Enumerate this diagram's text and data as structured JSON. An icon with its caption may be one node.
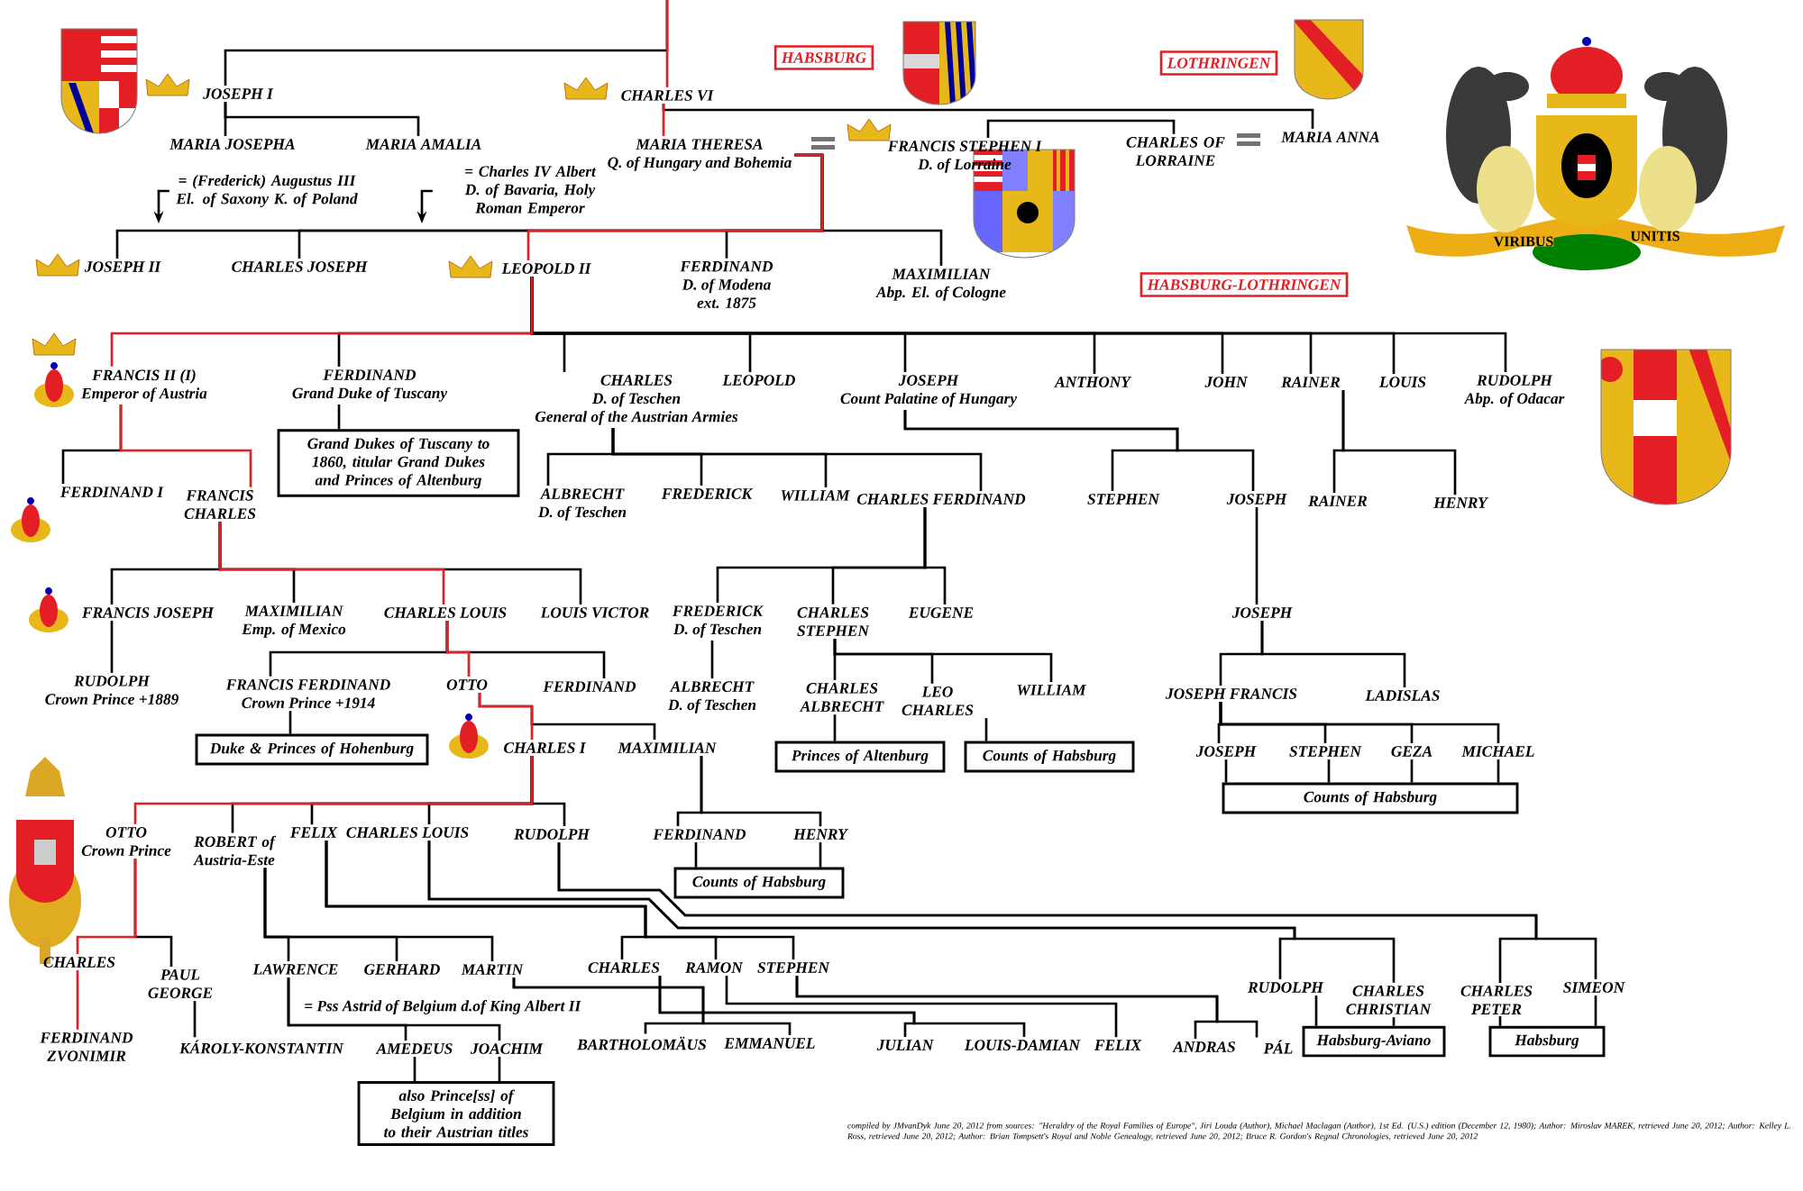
{
  "diagram": {
    "nodes": [
      {
        "text": [
          "HABSBURG"
        ]
      },
      {
        "text": [
          "LOTHRINGEN"
        ]
      },
      {
        "text": [
          "HABSBURG-LOTHRINGEN"
        ]
      },
      {
        "text": [
          "JOSEPH I"
        ]
      },
      {
        "text": [
          "CHARLES VI"
        ]
      },
      {
        "text": [
          "MARIA JOSEPHA"
        ]
      },
      {
        "text": [
          "= (Frederick) Augustus III El. of Saxony K. of Poland"
        ]
      },
      {
        "text": [
          "MARIA AMALIA"
        ]
      },
      {
        "text": [
          "= Charles IV Albert D. of Bavaria, Holy Roman Emperor"
        ]
      },
      {
        "text": [
          "MARIA THERESA",
          "Q. of Hungary and Bohemia"
        ]
      },
      {
        "text": [
          "FRANCIS STEPHEN I",
          "D. of Lorraine"
        ]
      },
      {
        "text": [
          "CHARLES OF LORRAINE"
        ]
      },
      {
        "text": [
          "MARIA ANNA"
        ]
      },
      {
        "text": [
          "JOSEPH II"
        ]
      },
      {
        "text": [
          "CHARLES JOSEPH"
        ]
      },
      {
        "text": [
          "LEOPOLD II"
        ]
      },
      {
        "text": [
          "FERDINAND",
          "D. of Modena",
          "ext. 1875"
        ]
      },
      {
        "text": [
          "MAXIMILIAN",
          "Abp. El. of Cologne"
        ]
      },
      {
        "text": [
          "FRANCIS II (I)",
          "Emperor of Austria"
        ]
      },
      {
        "text": [
          "FERDINAND",
          "Grand Duke of Tuscany"
        ]
      },
      {
        "text": [
          "CHARLES",
          "D. of Teschen",
          "General of the Austrian Armies"
        ]
      },
      {
        "text": [
          "LEOPOLD"
        ]
      },
      {
        "text": [
          "JOSEPH",
          "Count Palatine of Hungary"
        ]
      },
      {
        "text": [
          "ANTHONY"
        ]
      },
      {
        "text": [
          "JOHN"
        ]
      },
      {
        "text": [
          "RAINER"
        ]
      },
      {
        "text": [
          "LOUIS"
        ]
      },
      {
        "text": [
          "RUDOLPH",
          "Abp. of Odacar"
        ]
      },
      {
        "text": [
          "Grand Dukes of Tuscany to 1860, titular Grand Dukes and Princes of Altenburg"
        ]
      },
      {
        "text": [
          "FERDINAND I"
        ]
      },
      {
        "text": [
          "FRANCIS CHARLES"
        ]
      },
      {
        "text": [
          "ALBRECHT",
          "D. of Teschen"
        ]
      },
      {
        "text": [
          "FREDERICK"
        ]
      },
      {
        "text": [
          "WILLIAM"
        ]
      },
      {
        "text": [
          "CHARLES FERDINAND"
        ]
      },
      {
        "text": [
          "STEPHEN"
        ]
      },
      {
        "text": [
          "JOSEPH"
        ]
      },
      {
        "text": [
          "RAINER"
        ]
      },
      {
        "text": [
          "HENRY"
        ]
      },
      {
        "text": [
          "JOSEPH"
        ]
      },
      {
        "text": [
          "JOSEPH FRANCIS"
        ]
      },
      {
        "text": [
          "LADISLAS"
        ]
      },
      {
        "text": [
          "JOSEPH"
        ]
      },
      {
        "text": [
          "STEPHEN"
        ]
      },
      {
        "text": [
          "GEZA"
        ]
      },
      {
        "text": [
          "MICHAEL"
        ]
      },
      {
        "text": [
          "Counts of Habsburg"
        ]
      },
      {
        "text": [
          "FRANCIS JOSEPH"
        ]
      },
      {
        "text": [
          "MAXIMILIAN",
          "Emp. of Mexico"
        ]
      },
      {
        "text": [
          "CHARLES LOUIS"
        ]
      },
      {
        "text": [
          "LOUIS VICTOR"
        ]
      },
      {
        "text": [
          "RUDOLPH",
          "Crown Prince +1889"
        ]
      },
      {
        "text": [
          "FRANCIS FERDINAND",
          "Crown Prince +1914"
        ]
      },
      {
        "text": [
          "OTTO"
        ]
      },
      {
        "text": [
          "FERDINAND"
        ]
      },
      {
        "text": [
          "Duke & Princes of Hohenburg"
        ]
      },
      {
        "text": [
          "CHARLES I"
        ]
      },
      {
        "text": [
          "MAXIMILIAN"
        ]
      },
      {
        "text": [
          "FERDINAND"
        ]
      },
      {
        "text": [
          "HENRY"
        ]
      },
      {
        "text": [
          "Counts of Habsburg"
        ]
      },
      {
        "text": [
          "OTTO",
          "Crown Prince"
        ]
      },
      {
        "text": [
          "ROBERT of Austria-Este"
        ]
      },
      {
        "text": [
          "FELIX"
        ]
      },
      {
        "text": [
          "CHARLES LOUIS"
        ]
      },
      {
        "text": [
          "RUDOLPH"
        ]
      },
      {
        "text": [
          "CHARLES"
        ]
      },
      {
        "text": [
          "PAUL GEORGE"
        ]
      },
      {
        "text": [
          "FERDINAND ZVONIMIR"
        ]
      },
      {
        "text": [
          "KÁROLY-KONSTANTIN"
        ]
      },
      {
        "text": [
          "LAWRENCE"
        ],
        "beside": [
          "= Pss Astrid of Belgium d.of King Albert II"
        ]
      },
      {
        "text": [
          "GERHARD"
        ]
      },
      {
        "text": [
          "MARTIN"
        ]
      },
      {
        "text": [
          "AMEDEUS"
        ]
      },
      {
        "text": [
          "JOACHIM"
        ]
      },
      {
        "text": [
          "also Prince[ss] of Belgium in addition to their Austrian titles"
        ]
      },
      {
        "text": [
          "CHARLES"
        ]
      },
      {
        "text": [
          "RAMON"
        ]
      },
      {
        "text": [
          "STEPHEN"
        ]
      },
      {
        "text": [
          "RUDOLPH"
        ]
      },
      {
        "text": [
          "CHARLES CHRISTIAN"
        ]
      },
      {
        "text": [
          "Habsburg-Aviano"
        ]
      },
      {
        "text": [
          "CHARLES PETER"
        ]
      },
      {
        "text": [
          "SIMEON"
        ]
      },
      {
        "text": [
          "Habsburg"
        ]
      },
      {
        "text": [
          "BARTHOLOMÄUS"
        ]
      },
      {
        "text": [
          "EMMANUEL"
        ]
      },
      {
        "text": [
          "JULIAN"
        ]
      },
      {
        "text": [
          "LOUIS-DAMIAN"
        ]
      },
      {
        "text": [
          "FELIX"
        ]
      },
      {
        "text": [
          "ANDRAS"
        ]
      },
      {
        "text": [
          "PÁL"
        ]
      },
      {
        "text": [
          "FREDERICK",
          "D. of Teschen"
        ]
      },
      {
        "text": [
          "CHARLES STEPHEN"
        ]
      },
      {
        "text": [
          "EUGENE"
        ]
      },
      {
        "text": [
          "ALBRECHT",
          "D. of Teschen"
        ]
      },
      {
        "text": [
          "CHARLES ALBRECHT"
        ]
      },
      {
        "text": [
          "LEO CHARLES"
        ]
      },
      {
        "text": [
          "WILLIAM"
        ]
      },
      {
        "text": [
          "Princes of Altenburg"
        ]
      },
      {
        "text": [
          "Counts of Habsburg"
        ]
      }
    ],
    "edges": [
      {
        "from": null,
        "to": 4,
        "arrow": "none",
        "color": "#e31e24"
      },
      {
        "from": null,
        "to": 3,
        "arrow": "none"
      },
      {
        "from": 3,
        "to": 5,
        "arrow": "none"
      },
      {
        "from": 3,
        "to": 7,
        "arrow": "none"
      },
      {
        "from": 4,
        "to": 9,
        "arrow": "none",
        "color": "#e31e24"
      },
      {
        "from": 4,
        "to": 12,
        "arrow": "none"
      },
      {
        "from": 10,
        "to": 11,
        "arrow": "none"
      },
      {
        "from": 6,
        "to": null,
        "arrow": "to"
      },
      {
        "from": 8,
        "to": null,
        "arrow": "to"
      },
      {
        "from": 9,
        "to": 13,
        "arrow": "none"
      },
      {
        "from": 9,
        "to": 14,
        "arrow": "none"
      },
      {
        "from": 9,
        "to": 15,
        "arrow": "none",
        "color": "#e31e24"
      },
      {
        "from": 9,
        "to": 16,
        "arrow": "none"
      },
      {
        "from": 9,
        "to": 17,
        "arrow": "none"
      },
      {
        "from": 15,
        "to": 18,
        "arrow": "none",
        "color": "#e31e24"
      },
      {
        "from": 15,
        "to": 19,
        "arrow": "none"
      },
      {
        "from": 15,
        "to": 20,
        "arrow": "none"
      },
      {
        "from": 15,
        "to": 21,
        "arrow": "none"
      },
      {
        "from": 15,
        "to": 22,
        "arrow": "none"
      },
      {
        "from": 15,
        "to": 23,
        "arrow": "none"
      },
      {
        "from": 15,
        "to": 24,
        "arrow": "none"
      },
      {
        "from": 15,
        "to": 25,
        "arrow": "none"
      },
      {
        "from": 15,
        "to": 26,
        "arrow": "none"
      },
      {
        "from": 15,
        "to": 27,
        "arrow": "none"
      },
      {
        "from": 19,
        "to": 28,
        "arrow": "none"
      },
      {
        "from": 18,
        "to": 29,
        "arrow": "none"
      },
      {
        "from": 18,
        "to": 30,
        "arrow": "none",
        "color": "#e31e24"
      },
      {
        "from": 20,
        "to": 31,
        "arrow": "none"
      },
      {
        "from": 20,
        "to": 32,
        "arrow": "none"
      },
      {
        "from": 20,
        "to": 33,
        "arrow": "none"
      },
      {
        "from": 20,
        "to": 34,
        "arrow": "none"
      },
      {
        "from": 22,
        "to": 35,
        "arrow": "none"
      },
      {
        "from": 22,
        "to": 36,
        "arrow": "none"
      },
      {
        "from": 25,
        "to": 37,
        "arrow": "none"
      },
      {
        "from": 25,
        "to": 38,
        "arrow": "none"
      },
      {
        "from": 36,
        "to": 39,
        "arrow": "none"
      },
      {
        "from": 39,
        "to": 40,
        "arrow": "none"
      },
      {
        "from": 39,
        "to": 41,
        "arrow": "none"
      },
      {
        "from": 40,
        "to": 42,
        "arrow": "none"
      },
      {
        "from": 40,
        "to": 43,
        "arrow": "none"
      },
      {
        "from": 40,
        "to": 44,
        "arrow": "none"
      },
      {
        "from": 40,
        "to": 45,
        "arrow": "none"
      },
      {
        "from": 42,
        "to": 46,
        "arrow": "none"
      },
      {
        "from": 43,
        "to": 46,
        "arrow": "none"
      },
      {
        "from": 44,
        "to": 46,
        "arrow": "none"
      },
      {
        "from": 45,
        "to": 46,
        "arrow": "none"
      },
      {
        "from": 30,
        "to": 47,
        "arrow": "none"
      },
      {
        "from": 30,
        "to": 48,
        "arrow": "none"
      },
      {
        "from": 30,
        "to": 49,
        "arrow": "none",
        "color": "#e31e24"
      },
      {
        "from": 30,
        "to": 50,
        "arrow": "none"
      },
      {
        "from": 47,
        "to": 51,
        "arrow": "none"
      },
      {
        "from": 49,
        "to": 52,
        "arrow": "none"
      },
      {
        "from": 49,
        "to": 53,
        "arrow": "none",
        "color": "#e31e24"
      },
      {
        "from": 49,
        "to": 54,
        "arrow": "none"
      },
      {
        "from": 52,
        "to": 55,
        "arrow": "none"
      },
      {
        "from": 53,
        "to": 56,
        "arrow": "none",
        "color": "#e31e24"
      },
      {
        "from": 53,
        "to": 57,
        "arrow": "none"
      },
      {
        "from": 57,
        "to": 58,
        "arrow": "none"
      },
      {
        "from": 57,
        "to": 59,
        "arrow": "none"
      },
      {
        "from": 58,
        "to": 60,
        "arrow": "none"
      },
      {
        "from": 59,
        "to": 60,
        "arrow": "none"
      },
      {
        "from": 56,
        "to": 61,
        "arrow": "none",
        "color": "#e31e24"
      },
      {
        "from": 56,
        "to": 62,
        "arrow": "none"
      },
      {
        "from": 56,
        "to": 63,
        "arrow": "none"
      },
      {
        "from": 56,
        "to": 64,
        "arrow": "none"
      },
      {
        "from": 56,
        "to": 65,
        "arrow": "none"
      },
      {
        "from": 61,
        "to": 66,
        "arrow": "none",
        "color": "#e31e24"
      },
      {
        "from": 61,
        "to": 67,
        "arrow": "none"
      },
      {
        "from": 66,
        "to": 68,
        "arrow": "none",
        "color": "#e31e24"
      },
      {
        "from": 67,
        "to": 69,
        "arrow": "none"
      },
      {
        "from": 62,
        "to": 70,
        "arrow": "none"
      },
      {
        "from": 62,
        "to": 71,
        "arrow": "none"
      },
      {
        "from": 62,
        "to": 72,
        "arrow": "none"
      },
      {
        "from": 70,
        "to": 73,
        "arrow": "none"
      },
      {
        "from": 70,
        "to": 74,
        "arrow": "none"
      },
      {
        "from": 73,
        "to": 75,
        "arrow": "none"
      },
      {
        "from": 74,
        "to": 75,
        "arrow": "none"
      },
      {
        "from": 63,
        "to": 76,
        "arrow": "none"
      },
      {
        "from": 63,
        "to": 77,
        "arrow": "none"
      },
      {
        "from": 63,
        "to": 78,
        "arrow": "none"
      },
      {
        "from": 64,
        "to": 79,
        "arrow": "none"
      },
      {
        "from": 64,
        "to": 80,
        "arrow": "none"
      },
      {
        "from": 79,
        "to": 81,
        "arrow": "none"
      },
      {
        "from": 80,
        "to": 81,
        "arrow": "none"
      },
      {
        "from": 65,
        "to": 82,
        "arrow": "none"
      },
      {
        "from": 65,
        "to": 83,
        "arrow": "none"
      },
      {
        "from": 82,
        "to": 84,
        "arrow": "none"
      },
      {
        "from": 83,
        "to": 84,
        "arrow": "none"
      },
      {
        "from": 72,
        "to": 85,
        "arrow": "none"
      },
      {
        "from": 72,
        "to": 86,
        "arrow": "none"
      },
      {
        "from": 76,
        "to": 87,
        "arrow": "none"
      },
      {
        "from": 76,
        "to": 88,
        "arrow": "none"
      },
      {
        "from": 77,
        "to": 89,
        "arrow": "none"
      },
      {
        "from": 78,
        "to": 90,
        "arrow": "none"
      },
      {
        "from": 78,
        "to": 91,
        "arrow": "none"
      },
      {
        "from": 34,
        "to": 92,
        "arrow": "none"
      },
      {
        "from": 34,
        "to": 93,
        "arrow": "none"
      },
      {
        "from": 34,
        "to": 94,
        "arrow": "none"
      },
      {
        "from": 92,
        "to": 95,
        "arrow": "none"
      },
      {
        "from": 93,
        "to": 96,
        "arrow": "none"
      },
      {
        "from": 93,
        "to": 97,
        "arrow": "none"
      },
      {
        "from": 93,
        "to": 98,
        "arrow": "none"
      },
      {
        "from": 96,
        "to": 99,
        "arrow": "none"
      },
      {
        "from": 97,
        "to": 100,
        "arrow": "none"
      }
    ],
    "labels": [
      "VIRIBUS",
      "UNITIS",
      "compiled by JMvanDyk June 20, 2012 from sources: \"Heraldry of the Royal Families of Europe\", Jiri Louda (Author), Michael Maclagan (Author), 1st Ed. (U.S.) edition (December 12, 1980); Author: Miroslav MAREK, retrieved June 20, 2012; Author: Kelley L. Ross, retrieved June 20, 2012; Author: Brian Tompsett's Royal and Noble Genealogy, retrieved June 20, 2012; Bruce R. Gordon's Regnal Chronologies, retrieved June 20, 2012"
    ]
  }
}
